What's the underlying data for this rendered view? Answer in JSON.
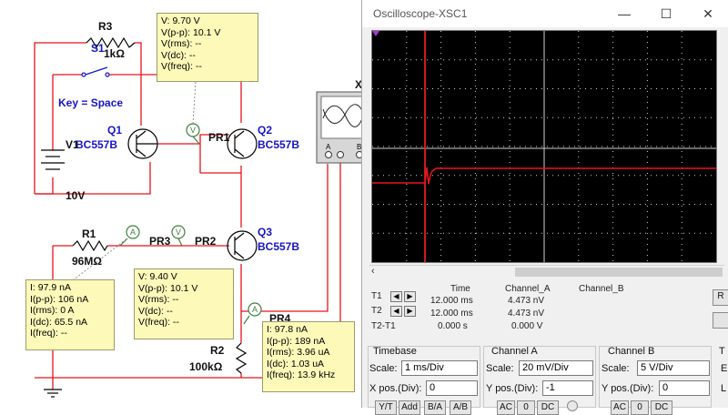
{
  "circuit": {
    "labels": {
      "r3": "R3",
      "r3_value": "1kΩ",
      "s1": "S1",
      "key_hint": "Key = Space",
      "q1": "Q1",
      "q1_model": "BC557B",
      "q2": "Q2",
      "q2_model": "BC557B",
      "q3": "Q3",
      "q3_model": "BC557B",
      "v1": "V1",
      "v1_value": "10V",
      "r1": "R1",
      "r1_value": "96MΩ",
      "r2": "R2",
      "r2_value": "100kΩ",
      "pr1": "PR1",
      "pr2": "PR2",
      "pr3": "PR3",
      "pr4": "PR4",
      "xsc_partial": "X",
      "scope_a": "A",
      "scope_b": "B",
      "probe_v": "V",
      "probe_a": "A"
    },
    "probes": {
      "pr1_box": [
        "V: 9.70 V",
        "V(p-p): 10.1 V",
        "V(rms): --",
        "V(dc): --",
        "V(freq): --"
      ],
      "pr2_box": [
        "V: 9.40 V",
        "V(p-p): 10.1 V",
        "V(rms): --",
        "V(dc): --",
        "V(freq): --"
      ],
      "pr3_box": [
        "I: 97.9 nA",
        "I(p-p): 106 nA",
        "I(rms): 0 A",
        "I(dc): 65.5 nA",
        "I(freq): --"
      ],
      "pr4_box": [
        "I: 97.8 nA",
        "I(p-p): 189 nA",
        "I(rms): 3.96 uA",
        "I(dc): 1.03 uA",
        "I(freq): 13.9 kHz"
      ]
    }
  },
  "oscilloscope": {
    "title": "Oscilloscope-XSC1",
    "window_controls": {
      "minimize": "—",
      "maximize": "☐",
      "close": "✕"
    },
    "trace_colors": {
      "channel_a": "#e8141b",
      "cursor": "#ff2020",
      "grid": "#cfcfcf"
    },
    "readout": {
      "headers": {
        "time": "Time",
        "channel_a": "Channel_A",
        "channel_b": "Channel_B"
      },
      "rows": [
        {
          "label": "T1",
          "time": "12.000 ms",
          "channel_a": "4.473 nV",
          "channel_b": ""
        },
        {
          "label": "T2",
          "time": "12.000 ms",
          "channel_a": "4.473 nV",
          "channel_b": ""
        },
        {
          "label": "T2-T1",
          "time": "0.000 s",
          "channel_a": "0.000 V",
          "channel_b": ""
        }
      ]
    },
    "timebase": {
      "title": "Timebase",
      "scale_label": "Scale:",
      "scale_value": "1 ms/Div",
      "xpos_label": "X pos.(Div):",
      "xpos_value": "0",
      "buttons": [
        "Y/T",
        "Add",
        "B/A",
        "A/B"
      ]
    },
    "channel_a": {
      "title": "Channel A",
      "scale_label": "Scale:",
      "scale_value": "20 mV/Div",
      "ypos_label": "Y pos.(Div):",
      "ypos_value": "-1",
      "buttons": [
        "AC",
        "0",
        "DC"
      ]
    },
    "channel_b": {
      "title": "Channel B",
      "scale_label": "Scale:",
      "scale_value": "5 V/Div",
      "ypos_label": "Y pos.(Div):",
      "ypos_value": "0",
      "buttons": [
        "AC",
        "0",
        "DC"
      ]
    },
    "trigger_partial": {
      "title": "T",
      "edge": "E",
      "level": "L"
    },
    "side_button": "R"
  }
}
